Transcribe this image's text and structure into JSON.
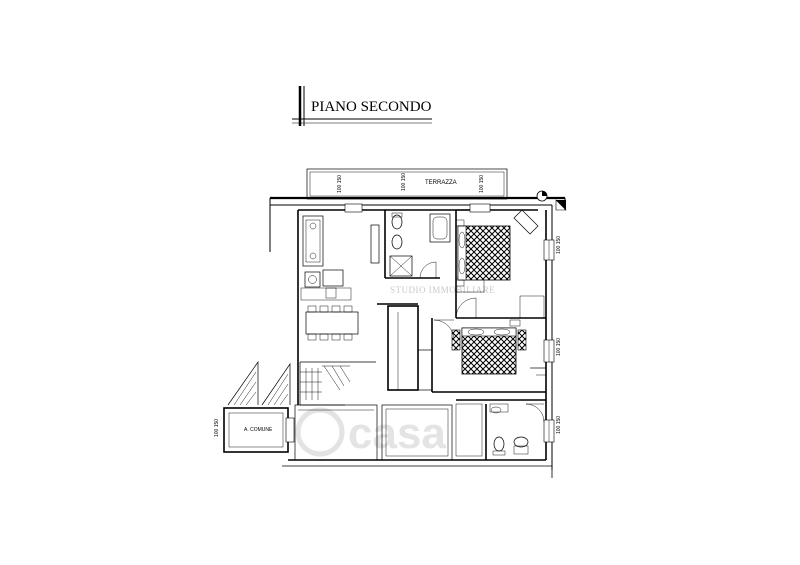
{
  "title": "PIANO SECONDO",
  "labels": {
    "terrace": "TERRAZZA",
    "common_area": "A. COMUNE"
  },
  "window_tags": {
    "w1": "100 150",
    "w2": "100 150",
    "w3": "100 150",
    "w4": "100 150",
    "w5": "100 150",
    "w6": "100 150",
    "w7": "100 150"
  },
  "watermark": {
    "studio": "STUDIO IMMOBILIARE",
    "brand": "casa"
  }
}
